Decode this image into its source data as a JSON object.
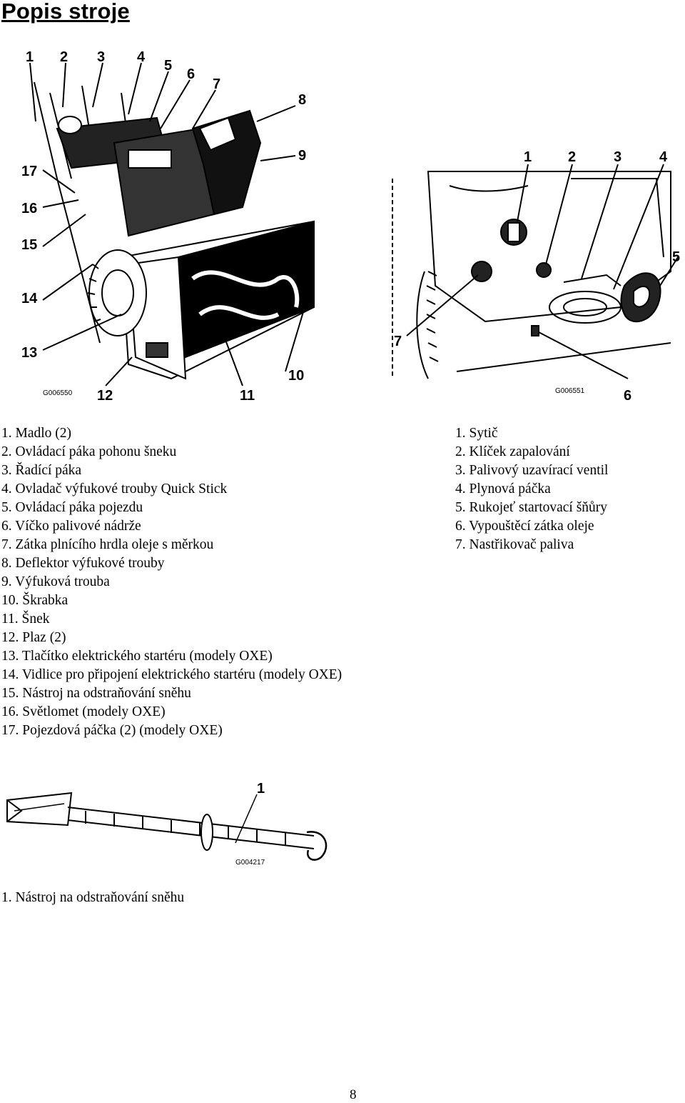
{
  "page": {
    "title": "Popis stroje",
    "page_number": "8"
  },
  "figure_main": {
    "code": "G006550",
    "callouts": [
      "1",
      "2",
      "3",
      "4",
      "5",
      "6",
      "7",
      "8",
      "9",
      "10",
      "11",
      "12",
      "13",
      "14",
      "15",
      "16",
      "17"
    ]
  },
  "figure_engine": {
    "code": "G006551",
    "callouts": [
      "1",
      "2",
      "3",
      "4",
      "5",
      "6",
      "7"
    ]
  },
  "figure_tool": {
    "code": "G004217",
    "callouts": [
      "1"
    ]
  },
  "legend_main": [
    "1. Madlo (2)",
    "2. Ovládací páka pohonu šneku",
    "3. Řadící páka",
    "4. Ovladač výfukové trouby Quick Stick",
    "5. Ovládací páka pojezdu",
    "6. Víčko palivové nádrže",
    "7. Zátka plnícího hrdla oleje s měrkou",
    "8. Deflektor výfukové trouby",
    "9. Výfuková trouba",
    "10. Škrabka",
    "11. Šnek",
    "12. Plaz (2)",
    "13. Tlačítko elektrického startéru (modely OXE)",
    "14. Vidlice pro připojení elektrického startéru (modely OXE)",
    "15. Nástroj na odstraňování sněhu",
    "16. Světlomet (modely OXE)",
    "17. Pojezdová páčka (2) (modely OXE)"
  ],
  "legend_engine": [
    "1. Sytič",
    "2. Klíček zapalování",
    "3. Palivový uzavírací ventil",
    "4. Plynová páčka",
    "5. Rukojeť startovací šňůry",
    "6. Vypouštěcí zátka oleje",
    "7. Nastřikovač paliva"
  ],
  "legend_tool": [
    "1. Nástroj na odstraňování sněhu"
  ]
}
